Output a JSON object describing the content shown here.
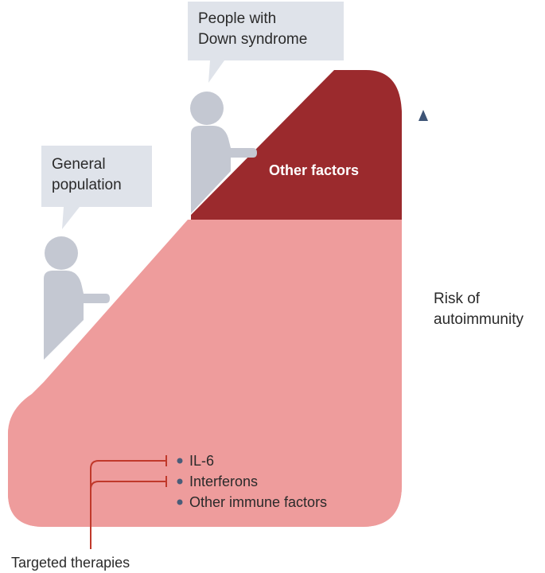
{
  "colors": {
    "base_pink": "#ee9c9c",
    "top_red": "#9b2a2d",
    "person_gray": "#c4c8d2",
    "bubble_gray": "#dfe3ea",
    "arrow_navy": "#3e5577",
    "bracket_red": "#c0392b",
    "bullet_slate": "#4a5d79"
  },
  "bubbles": {
    "down_syndrome": [
      "People with",
      "Down syndrome"
    ],
    "general": [
      "General",
      "population"
    ]
  },
  "top_section_label": "Other factors",
  "risk_axis_label": [
    "Risk of",
    "autoimmunity"
  ],
  "factors": [
    "IL-6",
    "Interferons",
    "Other immune factors"
  ],
  "therapy_label": "Targeted therapies",
  "icons": [
    "person-icon",
    "person-icon",
    "arrow-up-icon",
    "inhibition-icon"
  ]
}
